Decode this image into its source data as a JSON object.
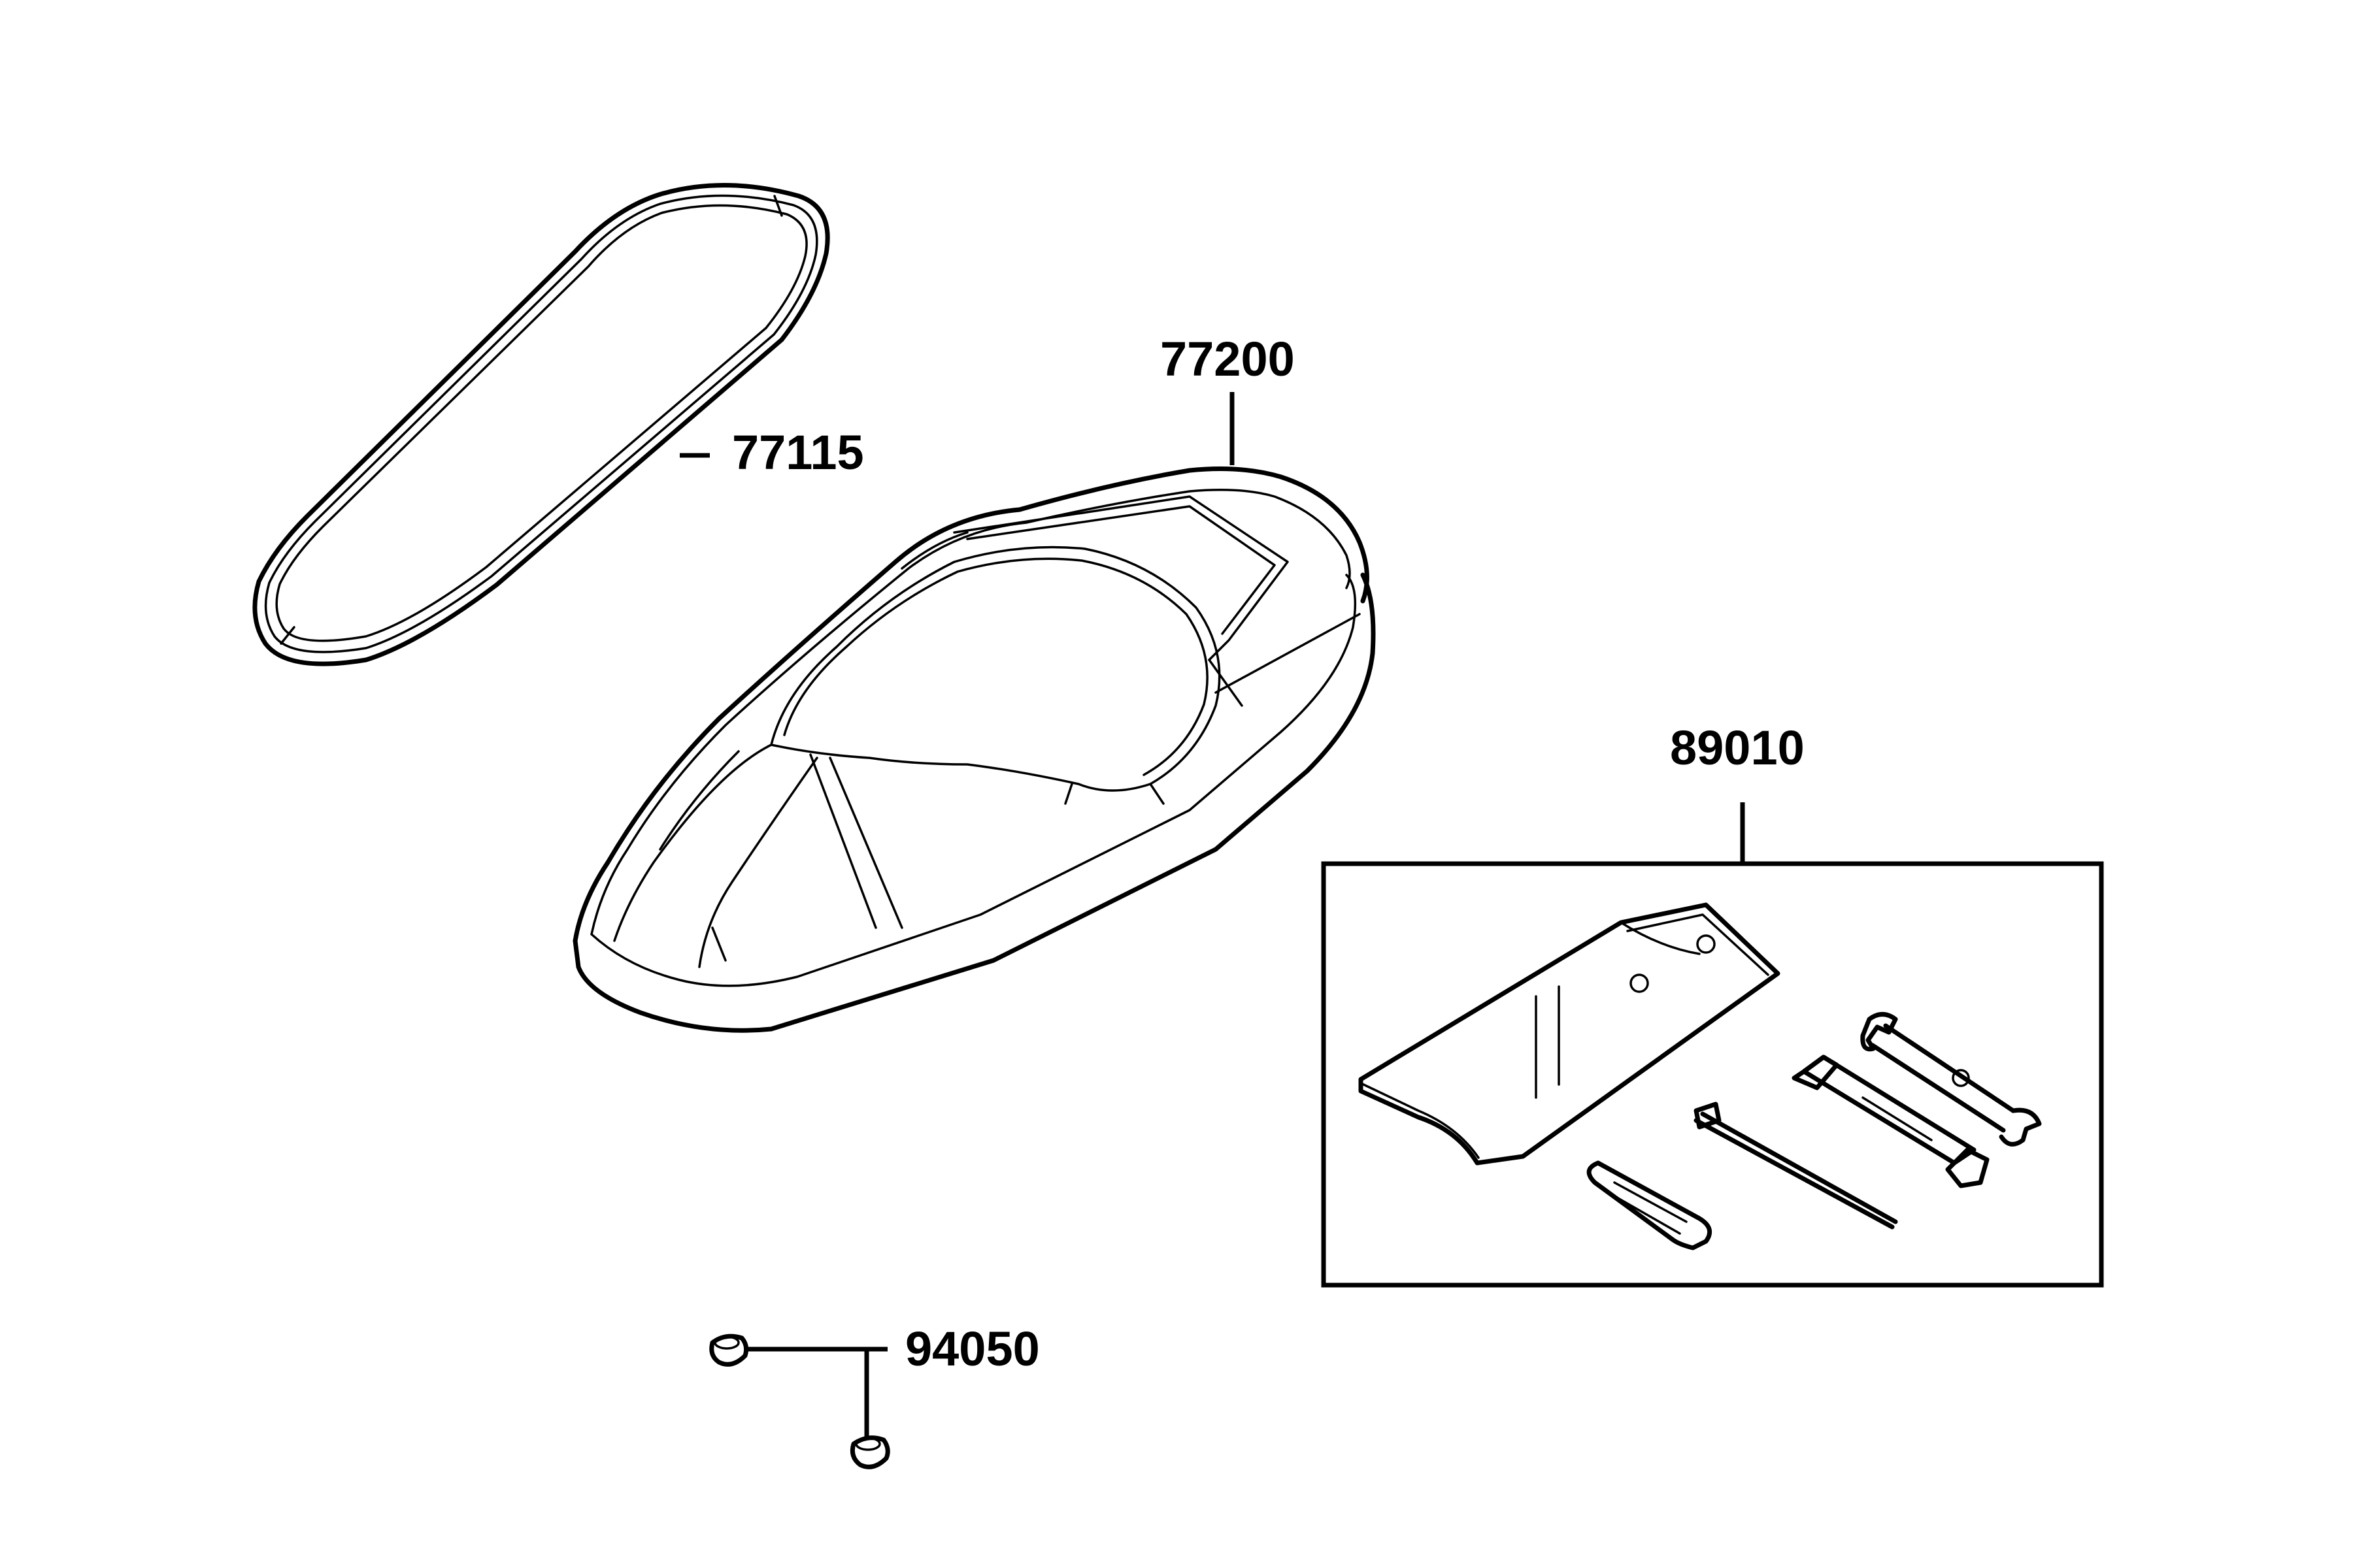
{
  "parts": {
    "seal": {
      "number": "77115"
    },
    "seat": {
      "number": "77200"
    },
    "tool_kit": {
      "number": "89010"
    },
    "nut": {
      "number": "94050"
    }
  },
  "colors": {
    "line": "#000000",
    "background": "#ffffff"
  }
}
